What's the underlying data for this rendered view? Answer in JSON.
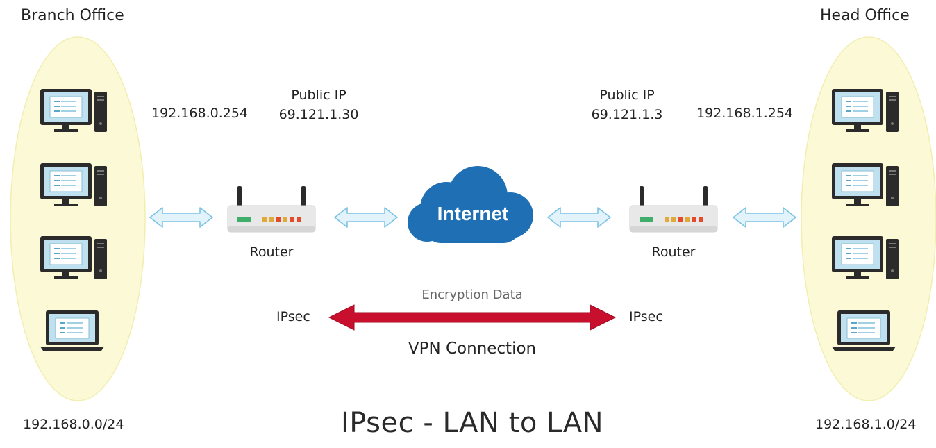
{
  "branch": {
    "title": "Branch Office",
    "lan_ip": "192.168.0.254",
    "public_ip_label": "Public IP",
    "public_ip": "69.121.1.30",
    "subnet": "192.168.0.0/24",
    "router_label": "Router",
    "ipsec_label": "IPsec"
  },
  "head": {
    "title": "Head Office",
    "lan_ip": "192.168.1.254",
    "public_ip_label": "Public IP",
    "public_ip": "69.121.1.3",
    "subnet": "192.168.1.0/24",
    "router_label": "Router",
    "ipsec_label": "IPsec"
  },
  "internet": {
    "label": "Internet"
  },
  "vpn": {
    "encryption_label": "Encryption Data",
    "connection_label": "VPN Connection"
  },
  "footer": {
    "title": "IPsec - LAN to LAN"
  },
  "colors": {
    "ellipse_fill": "#fbf9d6",
    "ellipse_stroke": "#f2eeb0",
    "cloud": "#1f6fb5",
    "vpn_arrow": "#c8102e",
    "link_arrow_fill": "#e3f3fb",
    "link_arrow_stroke": "#7cc3e3",
    "screen": "#bfe0ef",
    "device_dark": "#2b2b2b"
  }
}
